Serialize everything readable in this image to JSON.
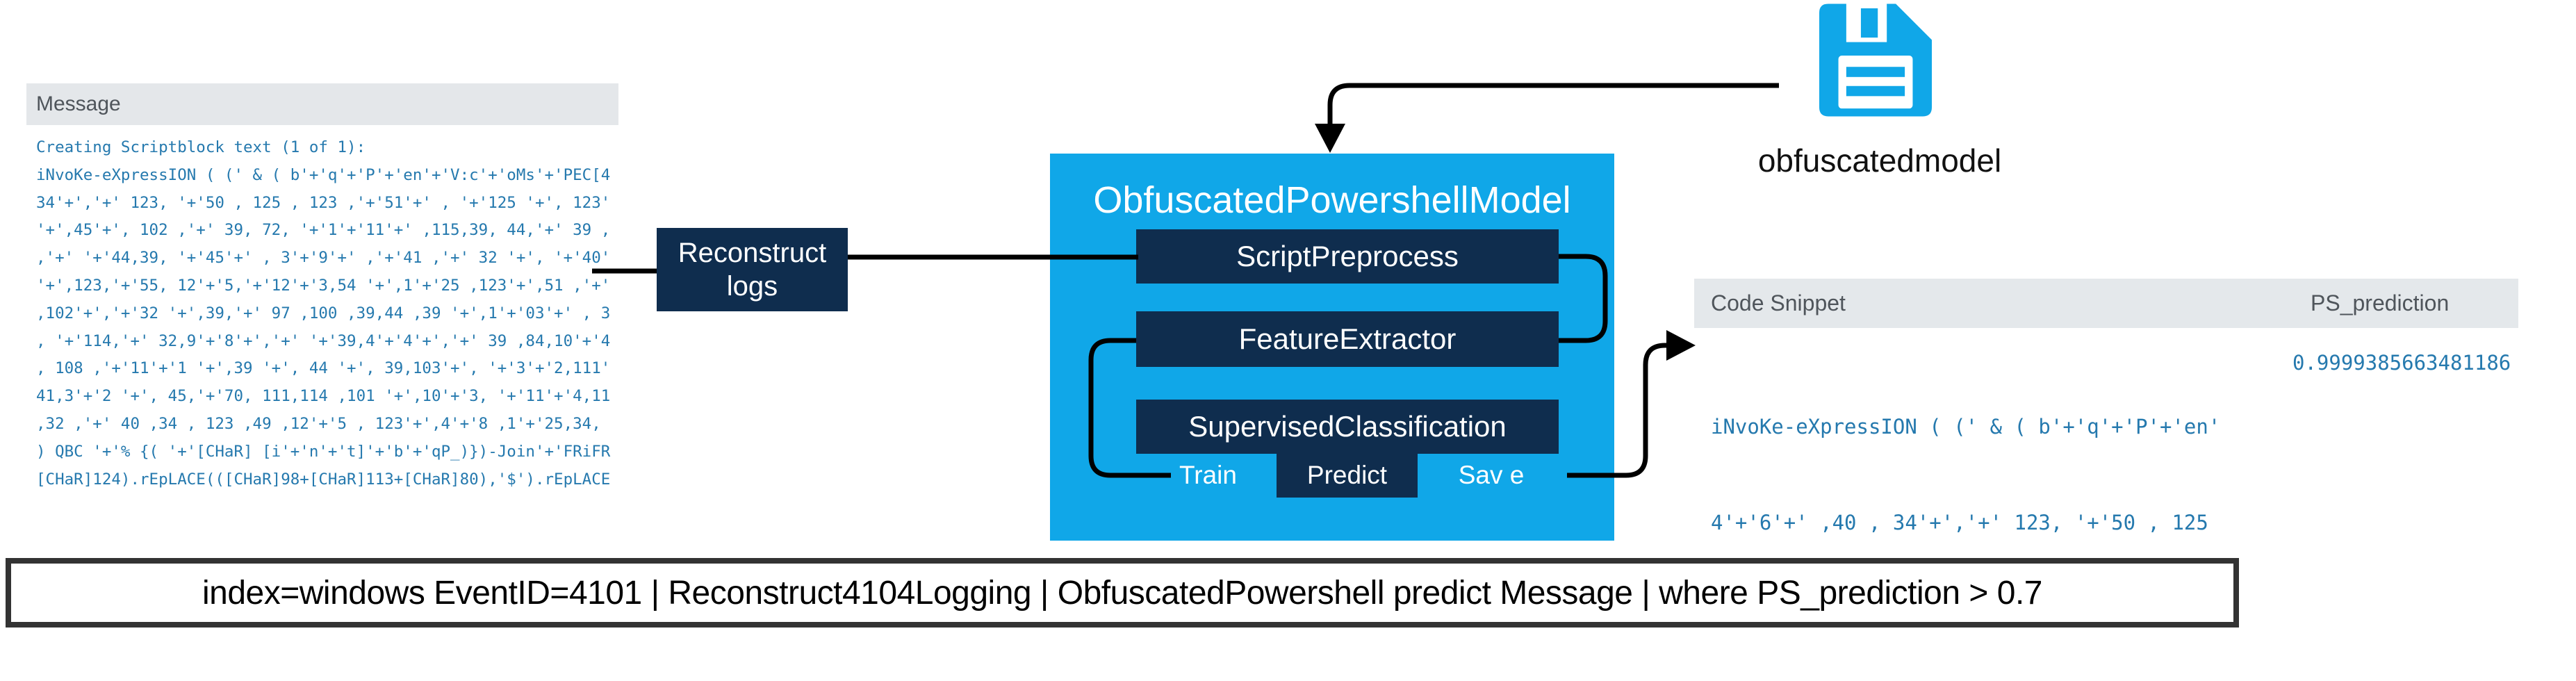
{
  "colors": {
    "accent_cyan": "#10a7e8",
    "dark_navy": "#0f2d4e",
    "code_blue": "#2579ae",
    "panel_header_bg": "#e4e7ea",
    "panel_header_text": "#4f555b",
    "query_border": "#333333"
  },
  "message_panel": {
    "header": "Message",
    "lines": [
      "Creating Scriptblock text (1 of 1):",
      "iNvoKe-eXpressION ( (' & ( b'+'q'+'P'+'en'+'V:c'+'oMs'+'PEC[4",
      "34'+','+' 123, '+'50 , 125 , 123 ,'+'51'+' , '+'125 '+', 123'",
      "'+',45'+', 102 ,'+' 39, 72, '+'1'+'11'+' ,115,39, 44,'+' 39 ,",
      ",'+' '+'44,39, '+'45'+' , 3'+'9'+' ,'+'41 ,'+' 32 '+', '+'40'",
      "'+',123,'+'55, 12'+'5,'+'12'+'3,54 '+',1'+'25 ,123'+',51 ,'+'",
      ",102'+','+'32 '+',39,'+' 97 ,100 ,39,44 ,39 '+',1'+'03'+' , 3",
      ", '+'114,'+' 32,9'+'8'+','+' '+'39,4'+'4'+','+' 39 ,84,10'+'4",
      ", 108 ,'+'11'+'1 '+',39 '+', 44 '+', 39,103'+', '+'3'+'2,111'",
      "41,3'+'2 '+', 45,'+'70, 111,114 ,101 '+',10'+'3, '+'11'+'4,11",
      ",32 ,'+' 40 ,34 , 123 ,49 ,12'+'5 , 123'+',4'+'8 ,1'+'25,34,",
      ") QBC '+'% {( '+'[CHaR] [i'+'n'+'t]'+'b'+'qP_)})-Join'+'FRiFR",
      "[CHaR]124).rEpLACE(([CHaR]98+[CHaR]113+[CHaR]80),'$').rEpLACE"
    ]
  },
  "reconstruct_box": {
    "label": "Reconstruct\nlogs"
  },
  "model_box": {
    "title": "ObfuscatedPowershellModel",
    "stages": [
      "ScriptPreprocess",
      "FeatureExtractor",
      "SupervisedClassification"
    ],
    "actions": {
      "train": "Train",
      "predict": "Predict",
      "save": "Sav e"
    }
  },
  "model_file": {
    "label": "obfuscatedmodel"
  },
  "results_table": {
    "columns": [
      "Code Snippet",
      "PS_prediction"
    ],
    "row": {
      "code_line1": "iNvoKe-eXpressION ( (' & ( b'+'q'+'P'+'en'",
      "code_line2": "4'+'6'+' ,40 , 34'+','+' 123, '+'50 , 125",
      "prediction": "0.9999385663481186"
    }
  },
  "query_bar": {
    "text": "index=windows EventID=4101 | Reconstruct4104Logging | ObfuscatedPowershell predict Message | where PS_prediction > 0.7"
  }
}
